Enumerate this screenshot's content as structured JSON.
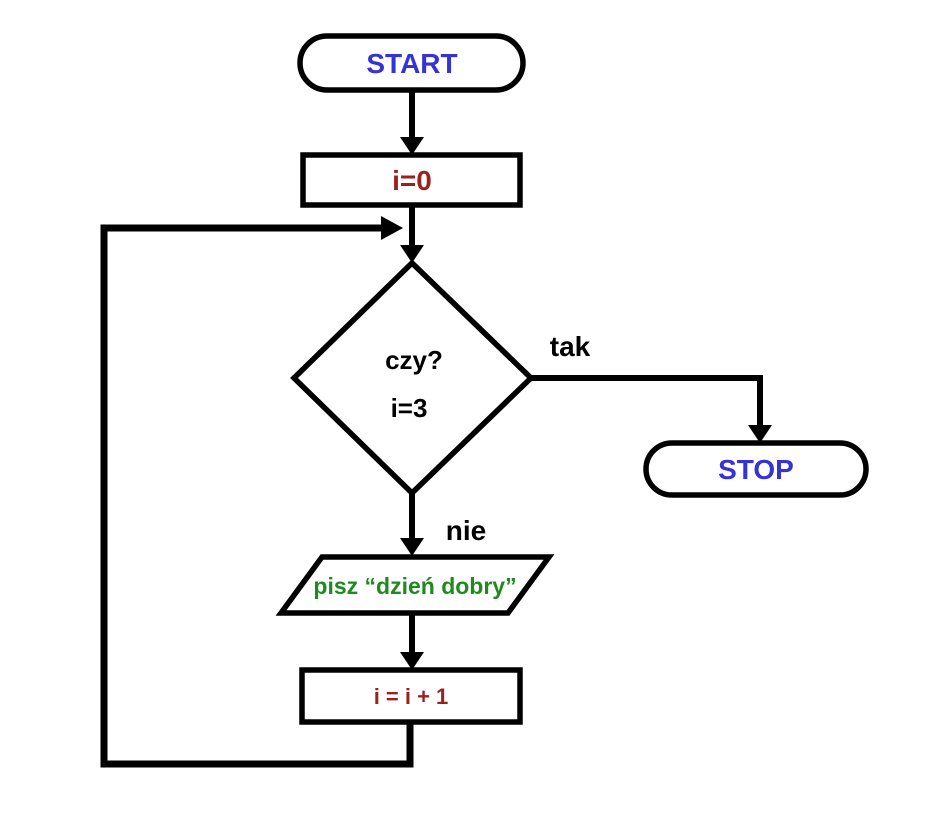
{
  "diagram": {
    "title": "flowchart-loop-dzien-dobry",
    "background_color": "#ffffff",
    "line_color": "#000000",
    "nodes": {
      "start": {
        "type": "terminator",
        "label": "START",
        "text_color": "#3533d6"
      },
      "init": {
        "type": "process",
        "label": "i=0",
        "text_color": "#9b2020"
      },
      "decision": {
        "type": "decision",
        "label_line1": "czy?",
        "label_line2": "i=3",
        "text_color": "#000000"
      },
      "stop": {
        "type": "terminator",
        "label": "STOP",
        "text_color": "#3533d6"
      },
      "output": {
        "type": "input-output",
        "label": "pisz “dzień dobry”",
        "text_color": "#1f8b1f"
      },
      "increment": {
        "type": "process",
        "label": "i = i + 1",
        "text_color": "#9b2020"
      }
    },
    "edges": {
      "yes_label": "tak",
      "no_label": "nie"
    }
  }
}
